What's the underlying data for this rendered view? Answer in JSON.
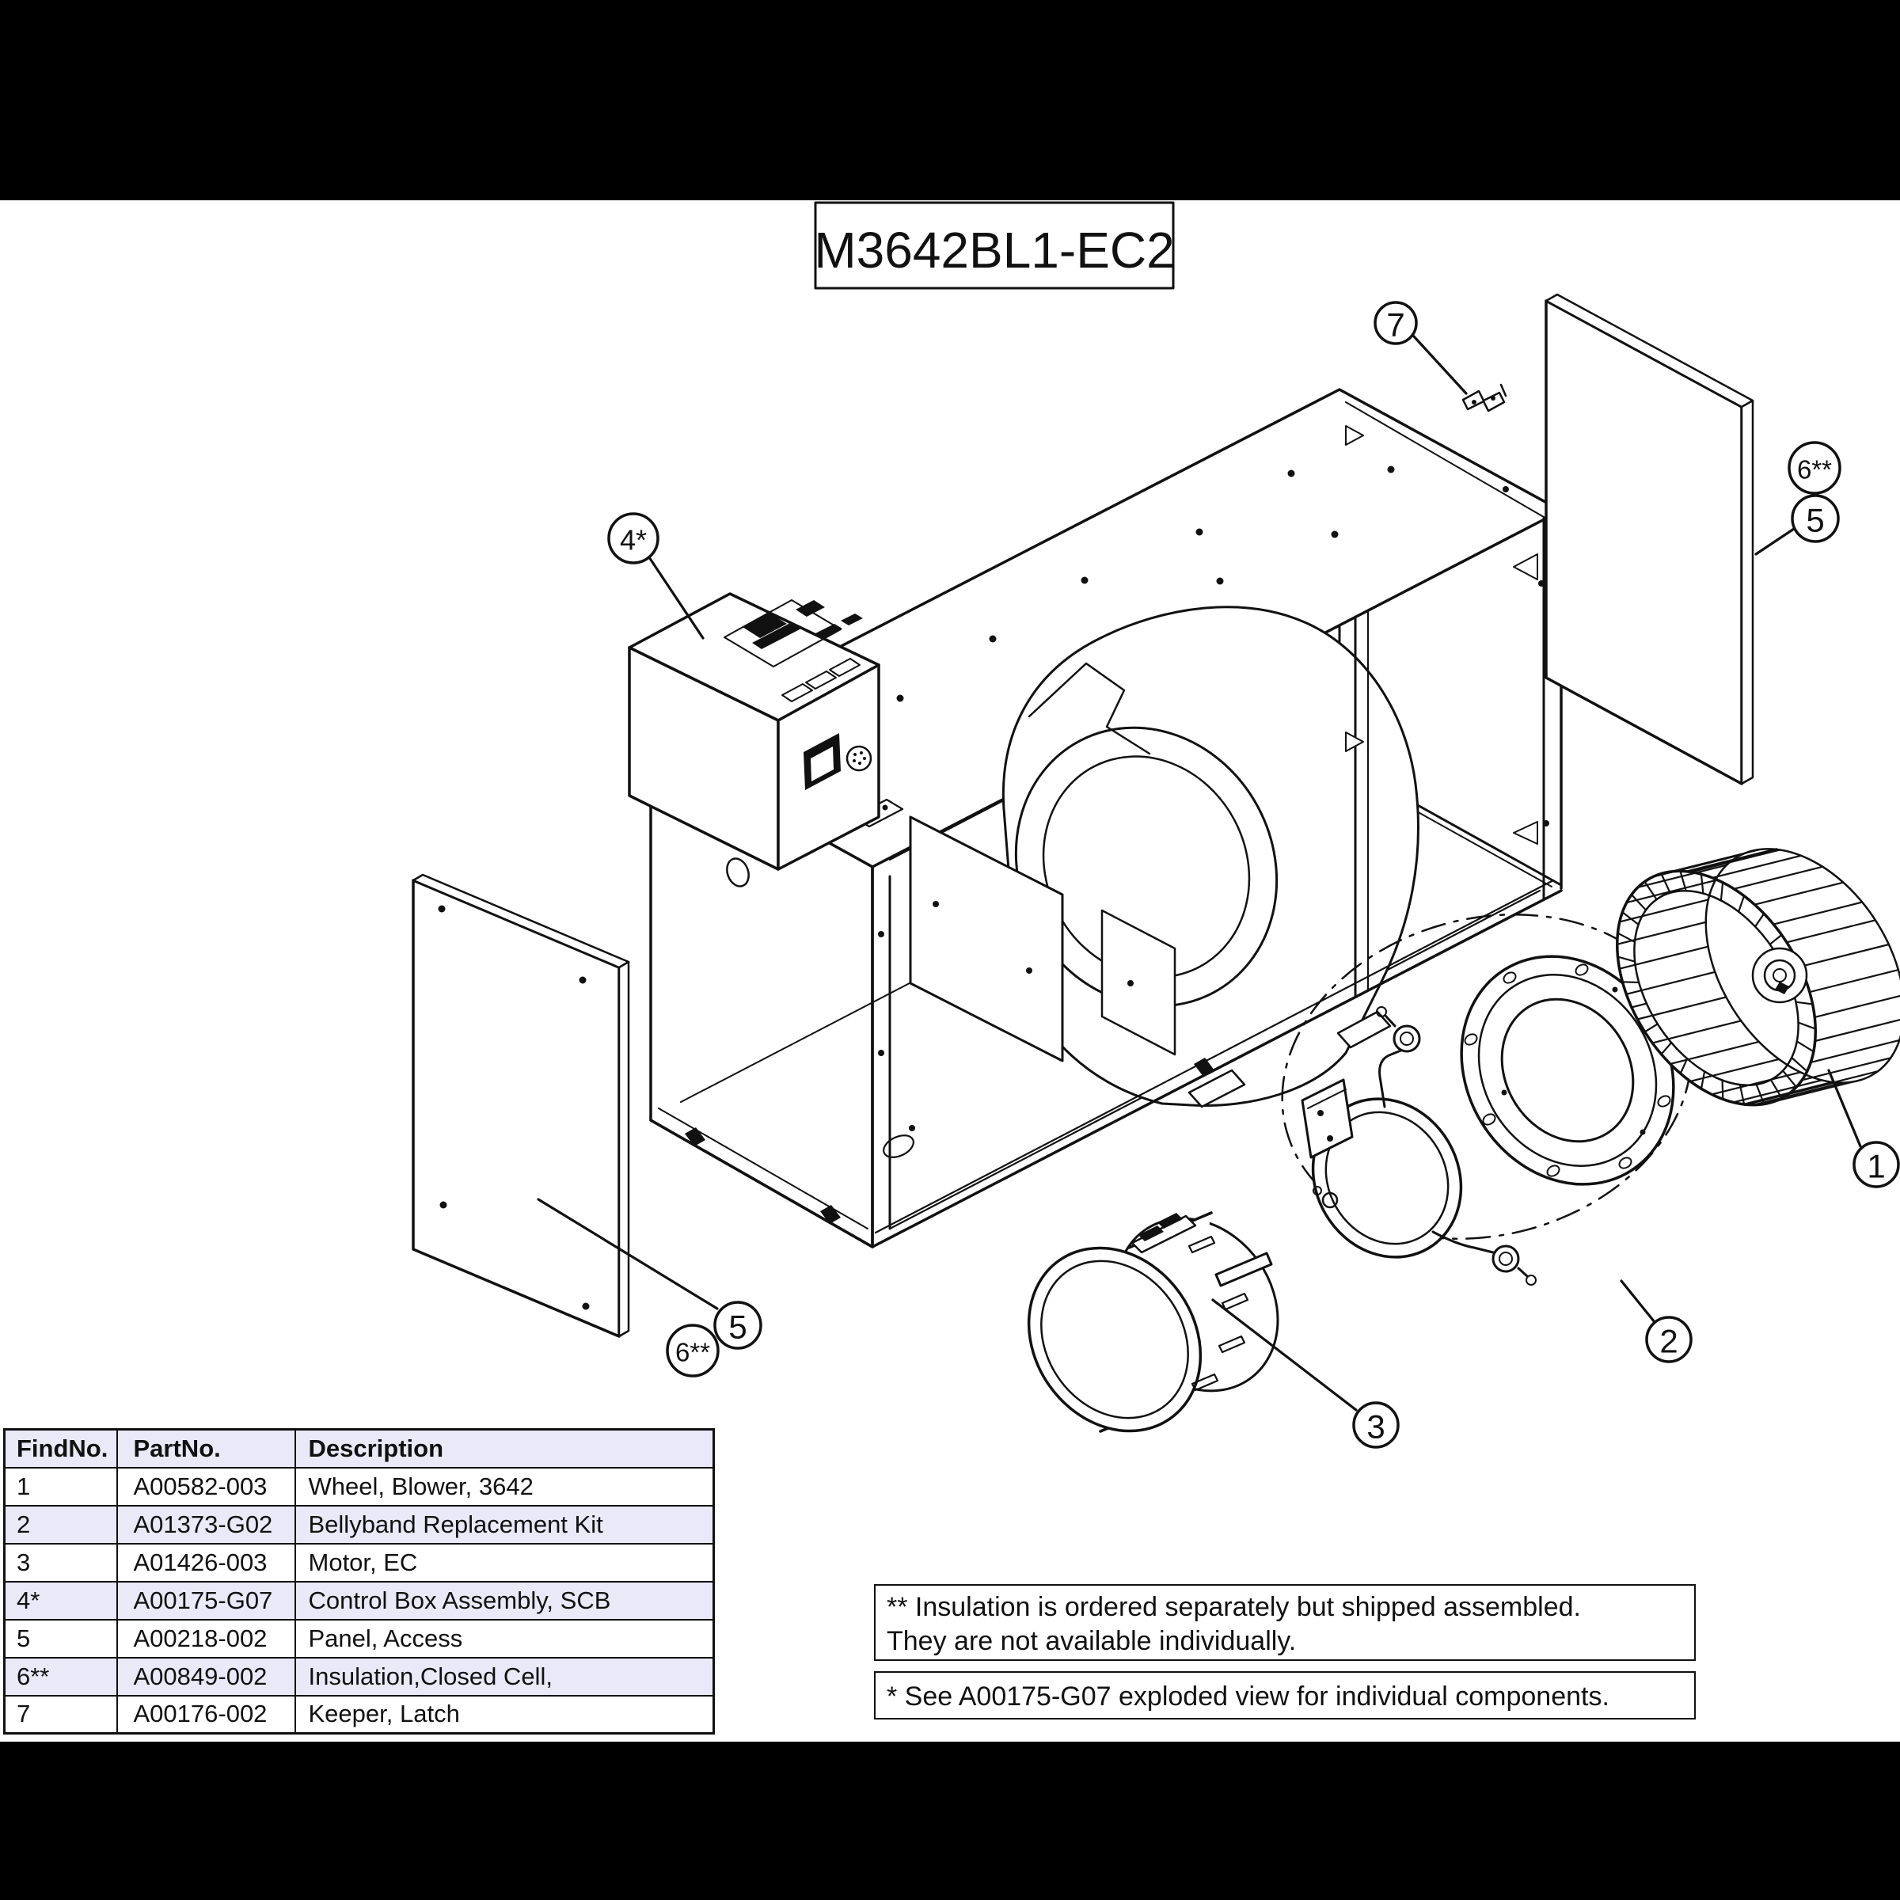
{
  "title": "M3642BL1-EC2",
  "callouts": [
    {
      "id": "wheel",
      "label": "1"
    },
    {
      "id": "bellyband",
      "label": "2"
    },
    {
      "id": "motor",
      "label": "3"
    },
    {
      "id": "control-box",
      "label": "4*"
    },
    {
      "id": "panel-left",
      "label": "5"
    },
    {
      "id": "insulation-left",
      "label": "6**"
    },
    {
      "id": "panel-right",
      "label": "5"
    },
    {
      "id": "insulation-right",
      "label": "6**"
    },
    {
      "id": "keeper-latch",
      "label": "7"
    }
  ],
  "table": {
    "headers": [
      "FindNo.",
      "PartNo.",
      "Description"
    ],
    "rows": [
      {
        "find": "1",
        "part": "A00582-003",
        "desc": "Wheel, Blower, 3642"
      },
      {
        "find": "2",
        "part": "A01373-G02",
        "desc": "Bellyband Replacement Kit"
      },
      {
        "find": "3",
        "part": "A01426-003",
        "desc": "Motor, EC"
      },
      {
        "find": "4*",
        "part": "A00175-G07",
        "desc": "Control Box Assembly, SCB"
      },
      {
        "find": "5",
        "part": "A00218-002",
        "desc": "Panel, Access"
      },
      {
        "find": "6**",
        "part": "A00849-002",
        "desc": "Insulation,Closed Cell,"
      },
      {
        "find": "7",
        "part": "A00176-002",
        "desc": "Keeper, Latch"
      }
    ]
  },
  "notes": {
    "insulation": "** Insulation is ordered separately but shipped assembled. They are not available individually.",
    "control_box": "* See A00175-G07 exploded view for individual components."
  }
}
